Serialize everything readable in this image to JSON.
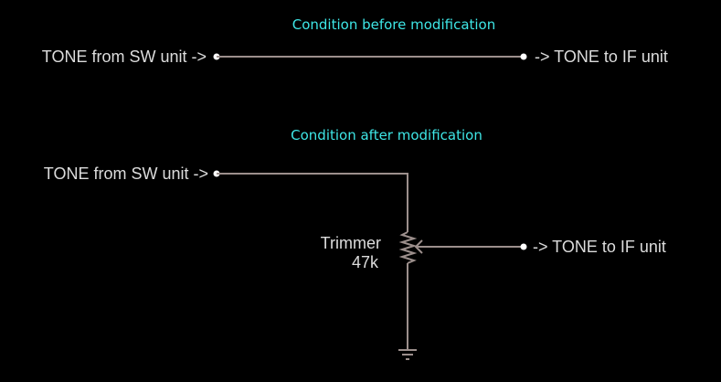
{
  "before": {
    "heading": "Condition before modification",
    "input_label": "TONE from SW unit ->",
    "output_label": "-> TONE to IF unit"
  },
  "after": {
    "heading": "Condition after modification",
    "input_label": "TONE from SW unit ->",
    "output_label": "-> TONE to IF unit",
    "trimmer_label": "Trimmer",
    "trimmer_value": "47k"
  },
  "colors": {
    "heading": "#3ee6e6",
    "wire": "#9c8f8c",
    "text": "#dcdcdc"
  }
}
